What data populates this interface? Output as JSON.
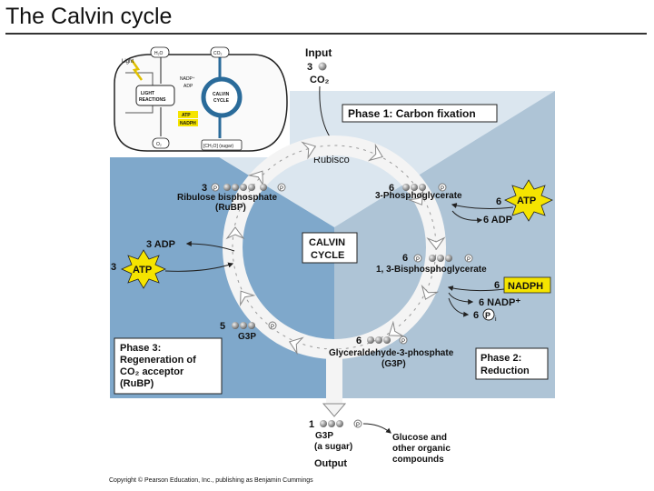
{
  "slide": {
    "title": "The Calvin cycle"
  },
  "chloroplast": {
    "light": "Light",
    "h2o": "H₂O",
    "co2": "CO₂",
    "nadp": "NADP⁺",
    "adp": "ADP",
    "light_reactions": [
      "LIGHT",
      "REACTIONS"
    ],
    "calvin_cycle": [
      "CALVIN",
      "CYCLE"
    ],
    "atp": "ATP",
    "nadph": "NADPH",
    "o2": "O₂",
    "sugar": "[CH₂O] (sugar)"
  },
  "input": {
    "heading": "Input",
    "count": "3",
    "molecule": "CO₂"
  },
  "phase1": {
    "label": "Phase 1: Carbon fixation",
    "enzyme": "Rubisco"
  },
  "phase2": {
    "label_line1": "Phase 2:",
    "label_line2": "Reduction"
  },
  "phase3": {
    "label_lines": [
      "Phase 3:",
      "Regeneration of",
      "CO₂ acceptor",
      "(RuBP)"
    ]
  },
  "center": {
    "line1": "CALVIN",
    "line2": "CYCLE"
  },
  "rubp": {
    "count": "3",
    "name": "Ribulose bisphosphate",
    "abbr": "(RuBP)"
  },
  "pga": {
    "count": "6",
    "name": "3-Phosphoglycerate"
  },
  "atp_in_right": {
    "count": "6",
    "label": "ATP"
  },
  "adp_out_right": {
    "label": "6 ADP"
  },
  "bpg": {
    "count": "6",
    "name": "1, 3-Bisphosphoglycerate"
  },
  "nadph_in": {
    "count": "6",
    "label": "NADPH"
  },
  "nadp_out": {
    "label": "6 NADP⁺"
  },
  "pi_out": {
    "count": "6",
    "label": "P",
    "sub": "i"
  },
  "g3p_cycle": {
    "count": "6",
    "name": "Glyceraldehyde-3-phosphate",
    "abbr": "(G3P)"
  },
  "g3p_recycle": {
    "count": "5",
    "name": "G3P"
  },
  "atp_in_left": {
    "count": "3",
    "label": "ATP"
  },
  "adp_out_left": {
    "label": "3 ADP"
  },
  "output": {
    "count": "1",
    "name": "G3P",
    "sub": "(a sugar)",
    "heading": "Output",
    "product": [
      "Glucose and",
      "other organic",
      "compounds"
    ]
  },
  "phosphate": "P",
  "copyright": "Copyright © Pearson Education, Inc., publishing as Benjamin Cummings",
  "colors": {
    "bg_light": "#dbe6ef",
    "bg_mid": "#aec4d6",
    "bg_left": "#7fa8cb",
    "atp_fill": "#f5e400",
    "nadph_fill": "#f5e400",
    "molecule": "#8a8a8a"
  }
}
